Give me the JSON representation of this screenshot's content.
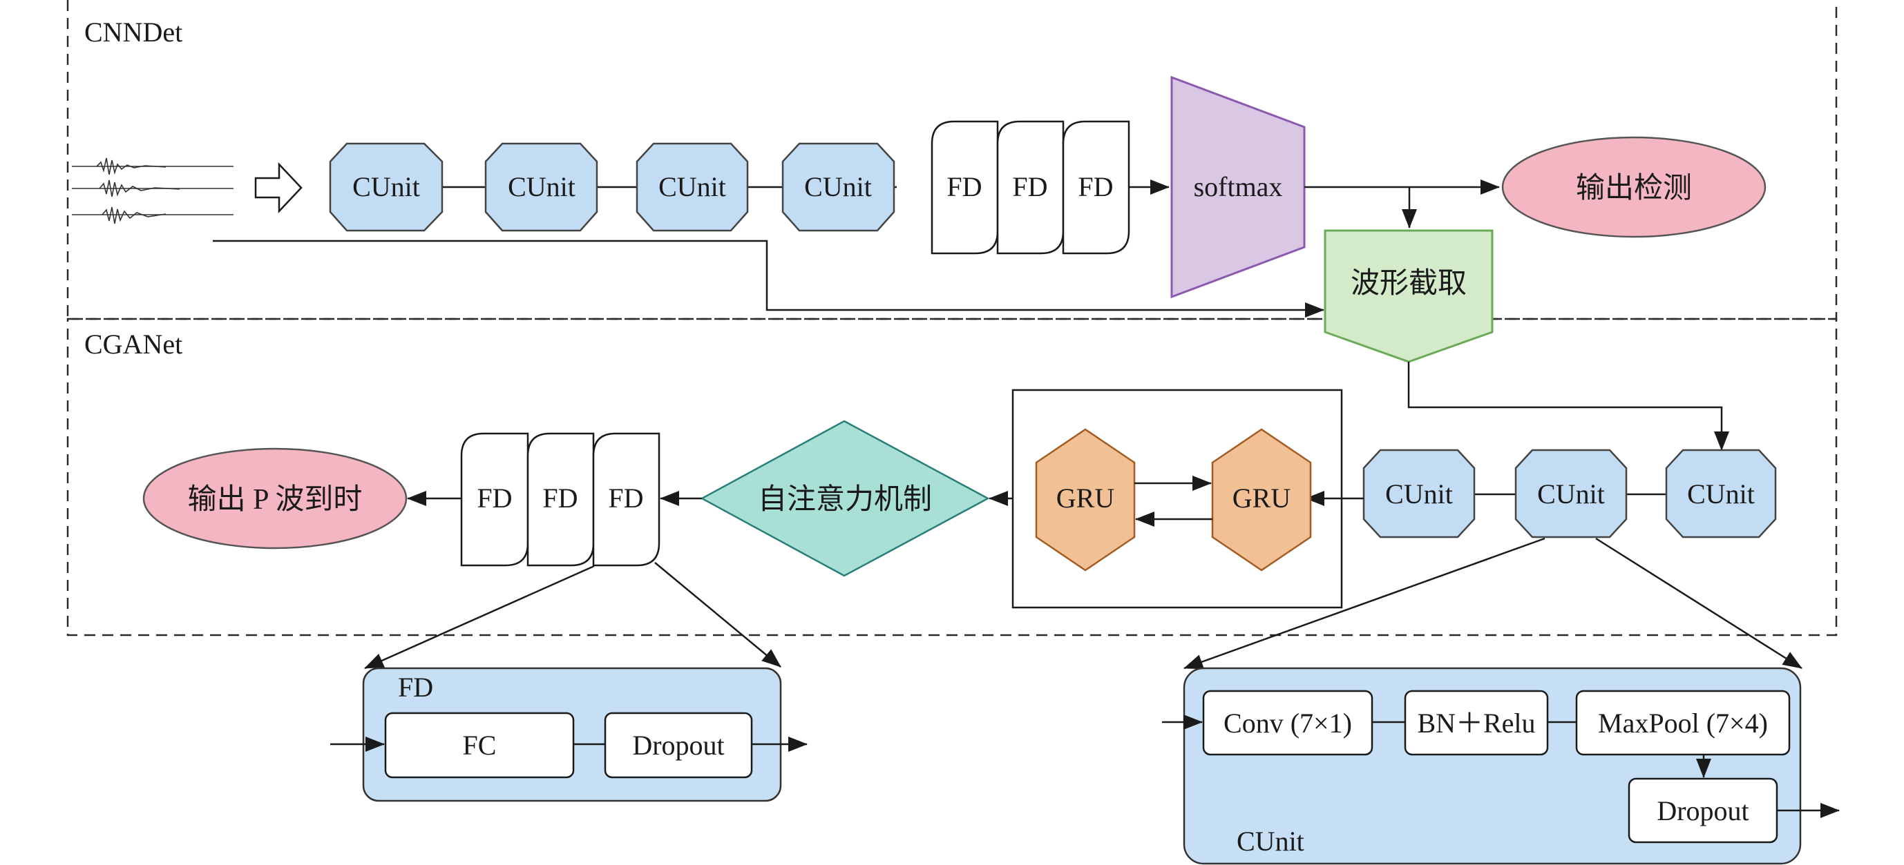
{
  "sections": {
    "cnndet": "CNNDet",
    "cganet": "CGANet"
  },
  "top": {
    "cunits": [
      "CUnit",
      "CUnit",
      "CUnit",
      "CUnit"
    ],
    "fds": [
      "FD",
      "FD",
      "FD"
    ],
    "softmax": "softmax",
    "output_detect": "输出检测",
    "waveform_cut": "波形截取"
  },
  "middle": {
    "cunits": [
      "CUnit",
      "CUnit",
      "CUnit"
    ],
    "gru": [
      "GRU",
      "GRU"
    ],
    "attention": "自注意力机制",
    "fds": [
      "FD",
      "FD",
      "FD"
    ],
    "output_p": "输出 P 波到时"
  },
  "fd_detail": {
    "title": "FD",
    "fc": "FC",
    "dropout": "Dropout"
  },
  "cunit_detail": {
    "title": "CUnit",
    "conv": "Conv (7×1)",
    "bn_relu": "BN＋Relu",
    "maxpool": "MaxPool (7×4)",
    "dropout": "Dropout"
  },
  "colors": {
    "cunit_fill": "#c2dcf3",
    "softmax_fill": "#d9c7e3",
    "output_fill": "#f4b6c2",
    "waveform_fill": "#d3ebc8",
    "gru_fill": "#f2c095",
    "attention_fill": "#a8e0d6",
    "detail_fill": "#c6dff4"
  }
}
